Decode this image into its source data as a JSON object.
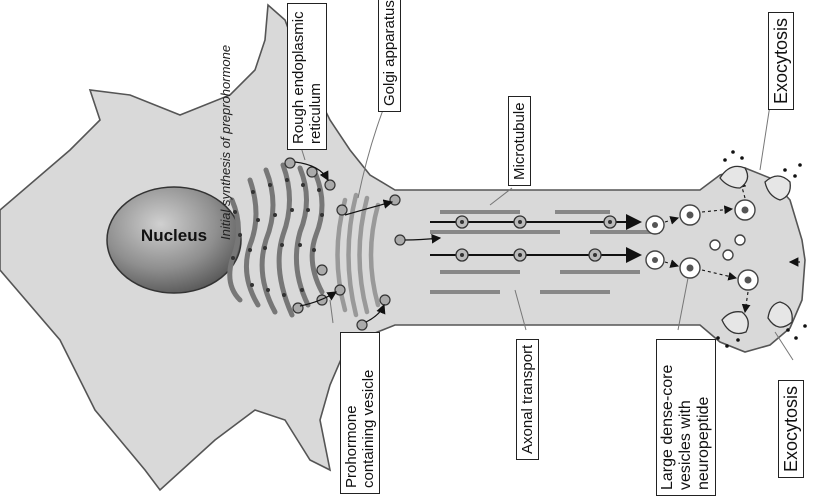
{
  "labels": {
    "nucleus": "Nucleus",
    "initial_synthesis": "Initial synthesis of preprohormone",
    "rough_er": "Rough endoplasmic reticulum",
    "golgi": "Golgi apparatus",
    "microtubule": "Microtubule",
    "exocytosis_top": "Exocytosis",
    "prohormone_vesicle": "Prohormone containing vesicle",
    "axonal_transport": "Axonal transport",
    "dense_core_vesicles": "Large dense-core vesicles with neuropeptide",
    "exocytosis_bottom": "Exocytosis"
  },
  "colors": {
    "cell_body": "#d9d9d9",
    "outline": "#555555",
    "nucleus": "#8a8a8a",
    "arrow": "#111111"
  }
}
